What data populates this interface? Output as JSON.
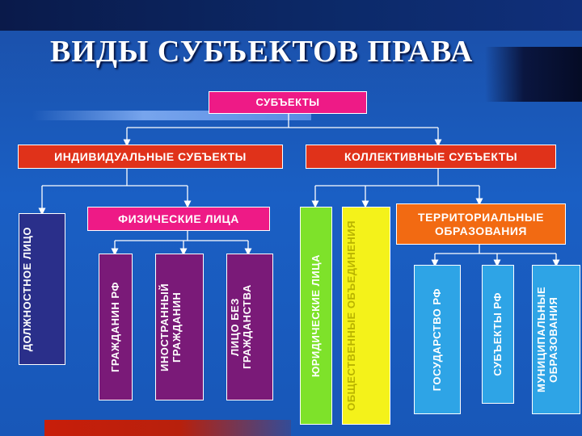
{
  "slide": {
    "title": "ВИДЫ СУБЪЕКТОВ ПРАВА"
  },
  "diagram": {
    "root": "СУБЪЕКТЫ",
    "individual": "ИНДИВИДУАЛЬНЫЕ СУБЪЕКТЫ",
    "collective": "КОЛЛЕКТИВНЫЕ СУБЪЕКТЫ",
    "official": "ДОЛЖНОСТНОЕ ЛИЦО",
    "physical": "ФИЗИЧЕСКИЕ ЛИЦА",
    "citizen_rf": "ГРАЖДАНИН РФ",
    "foreign_citizen": "ИНОСТРАННЫЙ ГРАЖДАНИН",
    "stateless": "ЛИЦО БЕЗ ГРАЖДАНСТВА",
    "legal_entities": "ЮРИДИЧЕСКИЕ ЛИЦА",
    "public_associations": "ОБЩЕСТВЕННЫЕ ОБЪЕДИНЕНИЯ",
    "territorial": "ТЕРРИТОРИАЛЬНЫЕ ОБРАЗОВАНИЯ",
    "state_rf": "ГОСУДАРСТВО РФ",
    "subjects_rf": "СУБЪЕКТЫ РФ",
    "municipal": "МУНИЦИПАЛЬНЫЕ ОБРАЗОВАНИЯ"
  },
  "colors": {
    "background": "#1a5fc4",
    "root_box": "#ee1a86",
    "level1_box": "#e0321a",
    "official_box": "#2a2f8a",
    "physical_children": "#7a1a78",
    "legal_entities": "#7ee22a",
    "public_associations": "#f4f21a",
    "territorial_box": "#f26a12",
    "territorial_children": "#2ea4e6"
  }
}
